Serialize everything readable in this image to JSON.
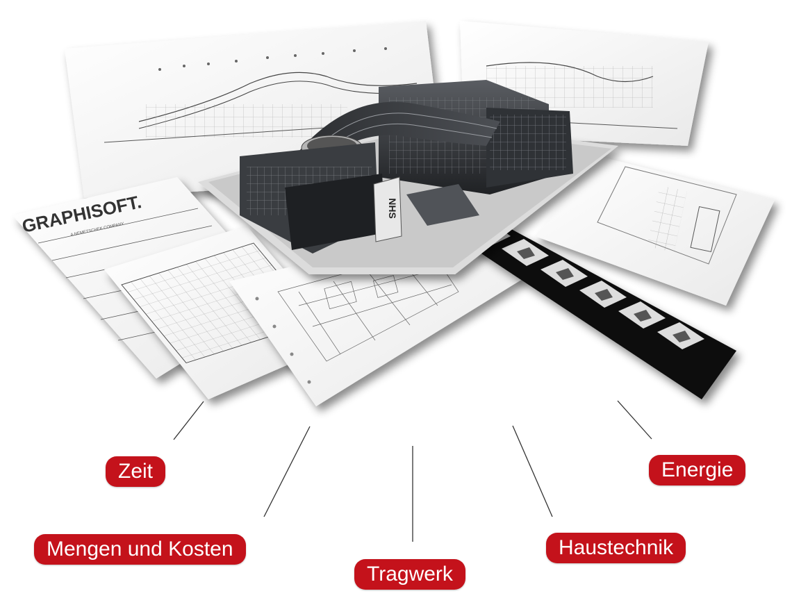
{
  "brand": {
    "logo_text": "GRAPHISOFT.",
    "logo_subtext": "A NEMETSCHEK COMPANY"
  },
  "building": {
    "sign_text": "NHS"
  },
  "labels": [
    {
      "id": "zeit",
      "text": "Zeit"
    },
    {
      "id": "mengen",
      "text": "Mengen und Kosten"
    },
    {
      "id": "tragwerk",
      "text": "Tragwerk"
    },
    {
      "id": "haustechnik",
      "text": "Haustechnik"
    },
    {
      "id": "energie",
      "text": "Energie"
    }
  ],
  "colors": {
    "label_bg": "#c4121b",
    "label_text": "#ffffff",
    "line": "#333333"
  }
}
